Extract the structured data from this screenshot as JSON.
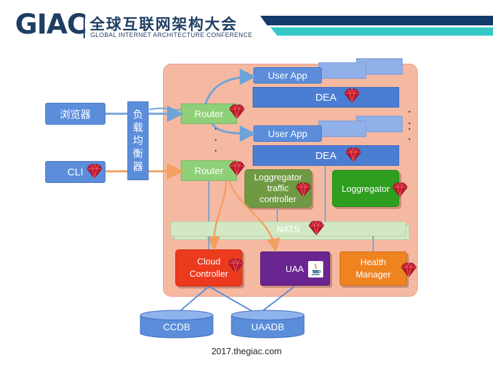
{
  "header": {
    "logo": "GIAC",
    "title_cn": "全球互联网架构大会",
    "title_en": "GLOBAL INTERNET ARCHITECTURE CONFERENCE"
  },
  "nodes": {
    "browser": "浏览器",
    "cli": "CLI",
    "load_balancer": [
      "负",
      "载",
      "均",
      "衡",
      "器"
    ],
    "router_top": "Router",
    "router_bottom": "Router",
    "user_app_top": "User App",
    "user_app_bottom": "User App",
    "dea_top": "DEA",
    "dea_bottom": "DEA",
    "loggregator_traffic_controller": [
      "Loggregator",
      "traffic",
      "controller"
    ],
    "loggregator": "Loggregator",
    "nats": "NATS",
    "cloud_controller": [
      "Cloud",
      "Controller"
    ],
    "uaa": "UAA",
    "health_manager": [
      "Health",
      "Manager"
    ],
    "ccdb": "CCDB",
    "uaadb": "UAADB"
  },
  "icons": {
    "component_badge": "ruby-gem-icon",
    "uaa_badge": "java-icon"
  },
  "colors": {
    "panel": "#f5b9a2",
    "blue_arrow": "#6ea3d8",
    "orange_arrow": "#f0a060",
    "ruby": "#c0192b"
  },
  "footer": "2017.thegiac.com"
}
